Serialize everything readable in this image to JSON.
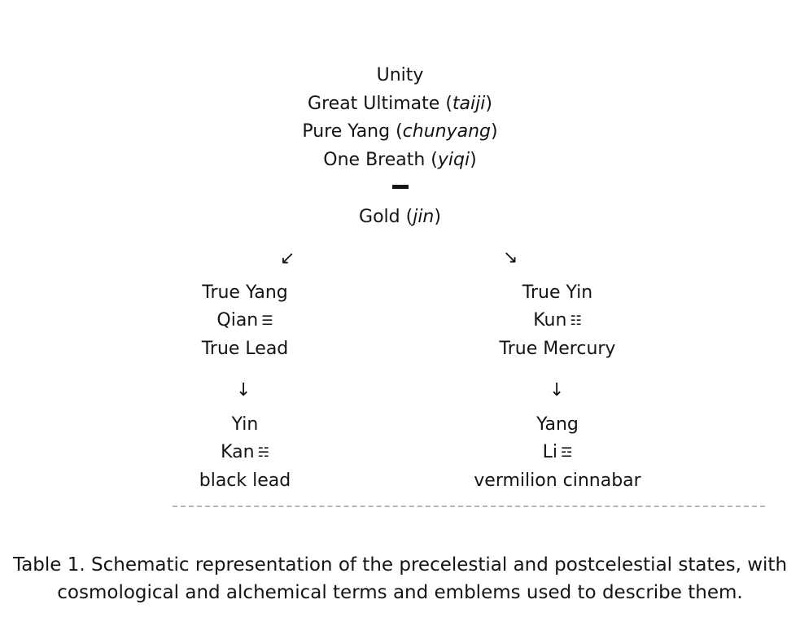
{
  "top": {
    "unity": "Unity",
    "great_ultimate": "Great Ultimate",
    "great_ultimate_term": "taiji",
    "pure_yang": "Pure Yang",
    "pure_yang_term": "chunyang",
    "one_breath": "One Breath",
    "one_breath_term": "yiqi",
    "gold": "Gold",
    "gold_term": "jin"
  },
  "arrows": {
    "diag_left": "↙",
    "diag_right": "↘",
    "down": "↓"
  },
  "left": {
    "true_yang": "True Yang",
    "qian": "Qian",
    "qian_symbol": "☰",
    "true_lead": "True Lead",
    "yin": "Yin",
    "kan": "Kan",
    "kan_symbol": "☵",
    "black_lead": "black lead"
  },
  "right": {
    "true_yin": "True Yin",
    "kun": "Kun",
    "kun_symbol": "☷",
    "true_mercury": "True Mercury",
    "yang": "Yang",
    "li": "Li",
    "li_symbol": "☲",
    "vermilion_cinnabar": "vermilion cinnabar"
  },
  "caption": {
    "line1": "Table 1. Schematic representation of the precelestial and postcelestial states, with",
    "line2": "cosmological and alchemical terms and emblems used to describe them."
  }
}
